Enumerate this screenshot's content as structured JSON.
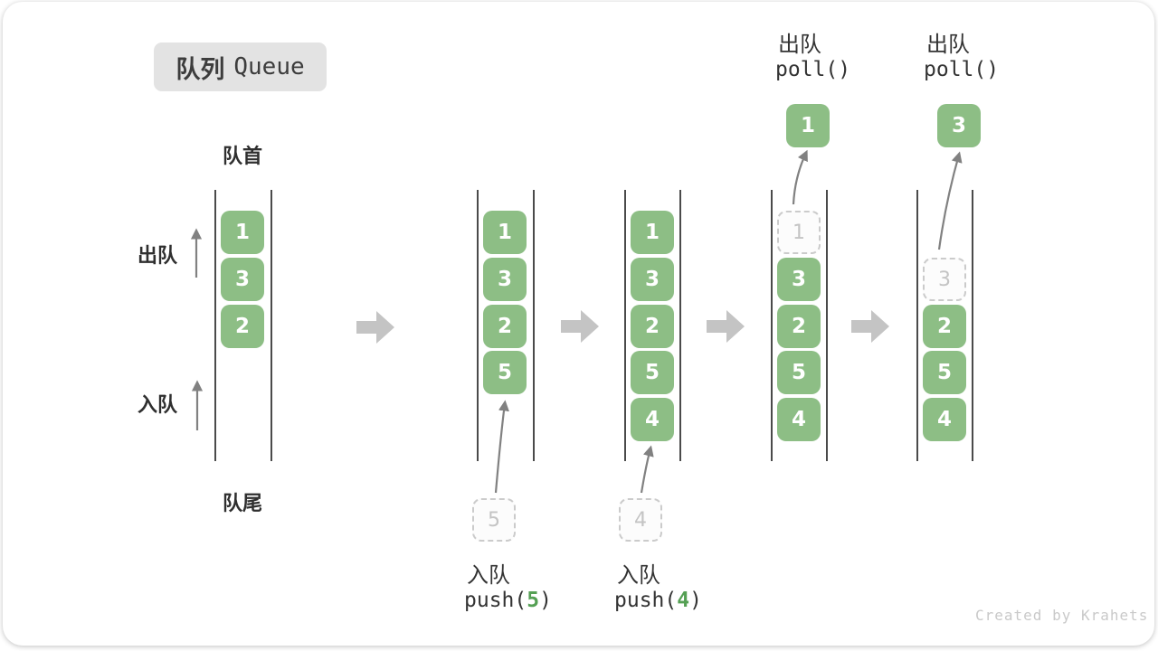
{
  "title": {
    "zh": "队列",
    "en": "Queue"
  },
  "labels": {
    "front": "队首",
    "rear": "队尾",
    "dequeue_side": "出队",
    "enqueue_side": "入队"
  },
  "queues": {
    "q1": {
      "b0": "1",
      "b1": "3",
      "b2": "2"
    },
    "q2": {
      "b0": "1",
      "b1": "3",
      "b2": "2",
      "b3": "5",
      "pending": "5"
    },
    "q3": {
      "b0": "1",
      "b1": "3",
      "b2": "2",
      "b3": "5",
      "b4": "4",
      "pending": "4"
    },
    "q4": {
      "removed": "1",
      "b1": "3",
      "b2": "2",
      "b3": "5",
      "b4": "4",
      "out": "1"
    },
    "q5": {
      "removed": "3",
      "b2": "2",
      "b3": "5",
      "b4": "4",
      "out": "3"
    }
  },
  "operations": {
    "push5": {
      "label": "入队",
      "fn_open": "push(",
      "arg": "5",
      "fn_close": ")"
    },
    "push4": {
      "label": "入队",
      "fn_open": "push(",
      "arg": "4",
      "fn_close": ")"
    },
    "poll1": {
      "label": "出队",
      "fn": "poll()"
    },
    "poll2": {
      "label": "出队",
      "fn": "poll()"
    }
  },
  "watermark": "Created by Krahets",
  "colors": {
    "box_green": "#8dbe85",
    "code_arg_green": "#55a054",
    "badge_bg": "#e3e3e3",
    "ghost_border": "#cbcbcb",
    "column_line": "#4a4a4a",
    "transition_arrow": "#c4c4c4",
    "thin_arrow": "#818181",
    "watermark_gray": "#c9c9c9",
    "text_dark": "#2f2f2f"
  }
}
